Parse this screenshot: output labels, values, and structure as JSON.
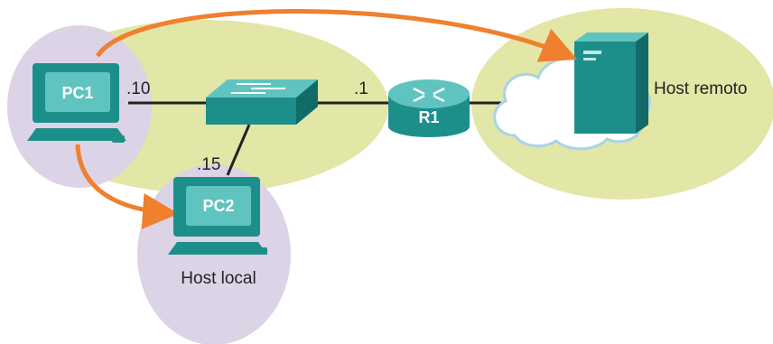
{
  "colors": {
    "local_zone": "#e2e6a6",
    "host_zone": "#dcd3e6",
    "device_teal": "#1d8f8b",
    "device_light": "#5fc4bf",
    "link": "#222222",
    "arrow": "#f07f2e"
  },
  "devices": {
    "pc1": {
      "label": "PC1",
      "address": ".10",
      "icon": "computer-icon"
    },
    "pc2": {
      "label": "PC2",
      "address": ".15",
      "icon": "computer-icon",
      "caption": "Host local"
    },
    "switch": {
      "icon": "switch-icon"
    },
    "router": {
      "label": "R1",
      "address": ".1",
      "icon": "router-icon"
    },
    "remote": {
      "caption": "Host remoto",
      "icon": "server-icon"
    },
    "cloud": {
      "icon": "cloud-icon"
    }
  }
}
